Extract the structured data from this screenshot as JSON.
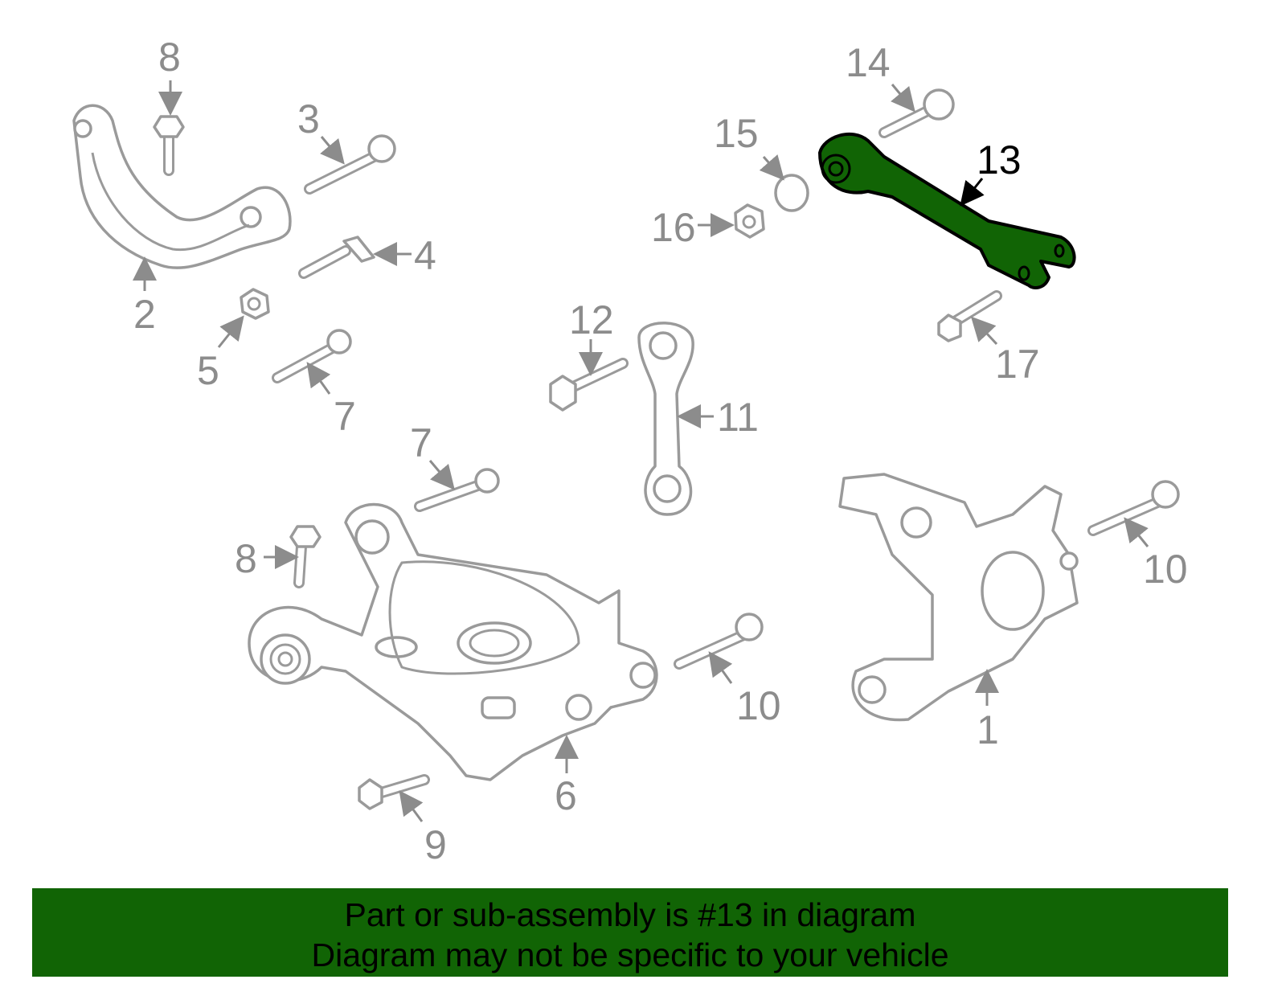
{
  "highlight_color": "#116405",
  "highlighted_part": "13",
  "callouts": [
    "8",
    "3",
    "14",
    "15",
    "13",
    "16",
    "4",
    "2",
    "5",
    "12",
    "17",
    "7",
    "11",
    "7",
    "8",
    "10",
    "10",
    "1",
    "6",
    "9"
  ],
  "banner": {
    "line1": "Part or sub-assembly is #13 in diagram",
    "line2": "Diagram may not be specific to your vehicle"
  }
}
